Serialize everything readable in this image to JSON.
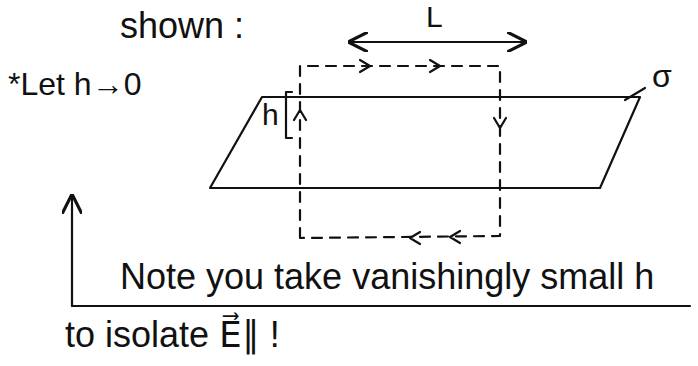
{
  "diagram": {
    "labels": [
      "shown :",
      "L",
      "h",
      "σ",
      "*Let h→0",
      "Note you take vanishingly small h to isolate E⃗∥ !"
    ]
  }
}
